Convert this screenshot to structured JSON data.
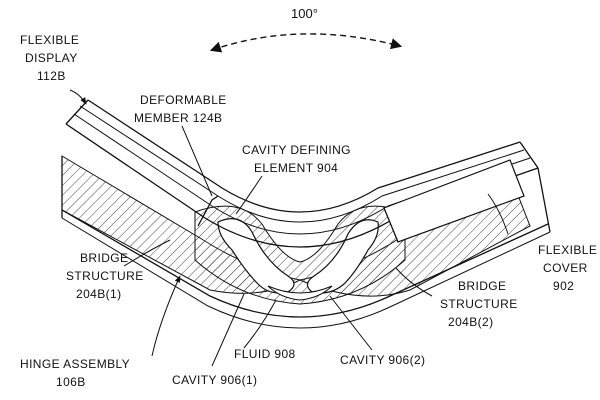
{
  "figure": {
    "angle_label": "100°",
    "labels": {
      "flexible_display": [
        "FLEXIBLE",
        "DISPLAY",
        "112B"
      ],
      "deformable_member": [
        "DEFORMABLE",
        "MEMBER 124B"
      ],
      "cavity_defining": [
        "CAVITY DEFINING",
        "ELEMENT 904"
      ],
      "bridge_left": [
        "BRIDGE",
        "STRUCTURE",
        "204B(1)"
      ],
      "bridge_right": [
        "BRIDGE",
        "STRUCTURE",
        "204B(2)"
      ],
      "flexible_cover": [
        "FLEXIBLE",
        "COVER",
        "902"
      ],
      "hinge_assembly": [
        "HINGE ASSEMBLY",
        "106B"
      ],
      "fluid": "FLUID 908",
      "cavity_2": "CAVITY 906(2)",
      "cavity_1": "CAVITY 906(1)"
    }
  }
}
